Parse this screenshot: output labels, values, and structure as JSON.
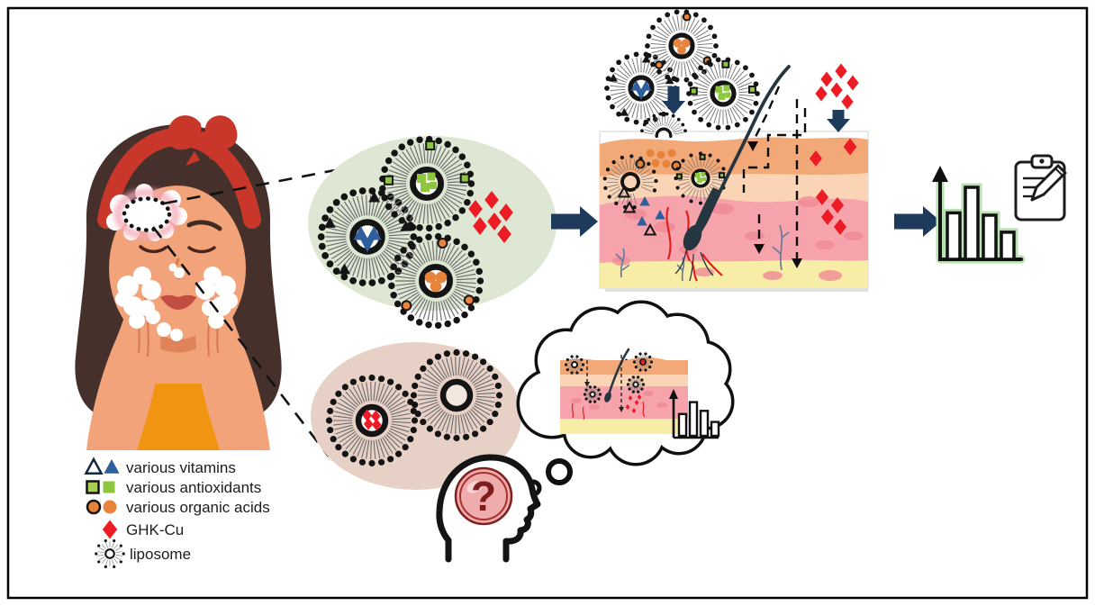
{
  "figure": {
    "kind": "graphical-abstract-diagram",
    "background": "#ffffff",
    "frame_color": "#000000"
  },
  "legend": {
    "items": [
      {
        "label": "various vitamins",
        "swatches": [
          "triangle-outline-icon",
          "triangle-solid-icon"
        ],
        "color": "#2e5e9d"
      },
      {
        "label": "various antioxidants",
        "swatches": [
          "square-outline-icon",
          "square-solid-icon"
        ],
        "color": "#8ec63f"
      },
      {
        "label": "various organic acids",
        "swatches": [
          "circle-outline-icon",
          "circle-solid-icon"
        ],
        "color": "#e8833c"
      },
      {
        "label": "GHK-Cu",
        "swatches": [
          "diamond-solid-icon"
        ],
        "color": "#ed1c24"
      },
      {
        "label": "liposome",
        "swatches": [
          "liposome-icon"
        ],
        "color": "#8a8a8a"
      }
    ]
  },
  "thought": {
    "question_mark": "?"
  },
  "icons": {
    "flow": "arrow-right-icon",
    "penetration": "arrow-down-icon",
    "results": "bar-chart-icon",
    "report": "clipboard-pencil-icon",
    "idea": "thought-bubble-icon",
    "researcher": "head-question-icon",
    "carrier": "liposome-icon"
  },
  "charts": {
    "results_icon_bars_rel": [
      0.6,
      0.93,
      0.57,
      0.35
    ],
    "thought_icon_bars_rel": [
      0.55,
      0.85,
      0.63,
      0.35
    ]
  },
  "colors": {
    "red": "#ed1c24",
    "blue": "#2e5e9d",
    "green": "#8ec63f",
    "orange": "#e8833c",
    "navy": "#1e3a5c",
    "ink": "#141414",
    "tail_gray": "#6b6b6b",
    "formulation_ellipse": "#dee7d4",
    "question_ellipse": "#e7d1c7",
    "skin_stratum": "#f3a977",
    "skin_epidermis": "#fad4b4",
    "skin_dermis": "#f6a3ac",
    "skin_subcutis": "#f8eda7",
    "skin_cell": "#ef8a96",
    "hair": "#263640",
    "vessel_red": "#e32020",
    "nerve_blue": "#6a7a9a",
    "chart_glow": "#b9e0b0",
    "woman_skin": "#f2a379",
    "woman_hair": "#45302b",
    "woman_band": "#c8372a",
    "woman_shirt": "#f19412",
    "brain_pink": "#efacac",
    "question_red": "#7e1d1d"
  }
}
